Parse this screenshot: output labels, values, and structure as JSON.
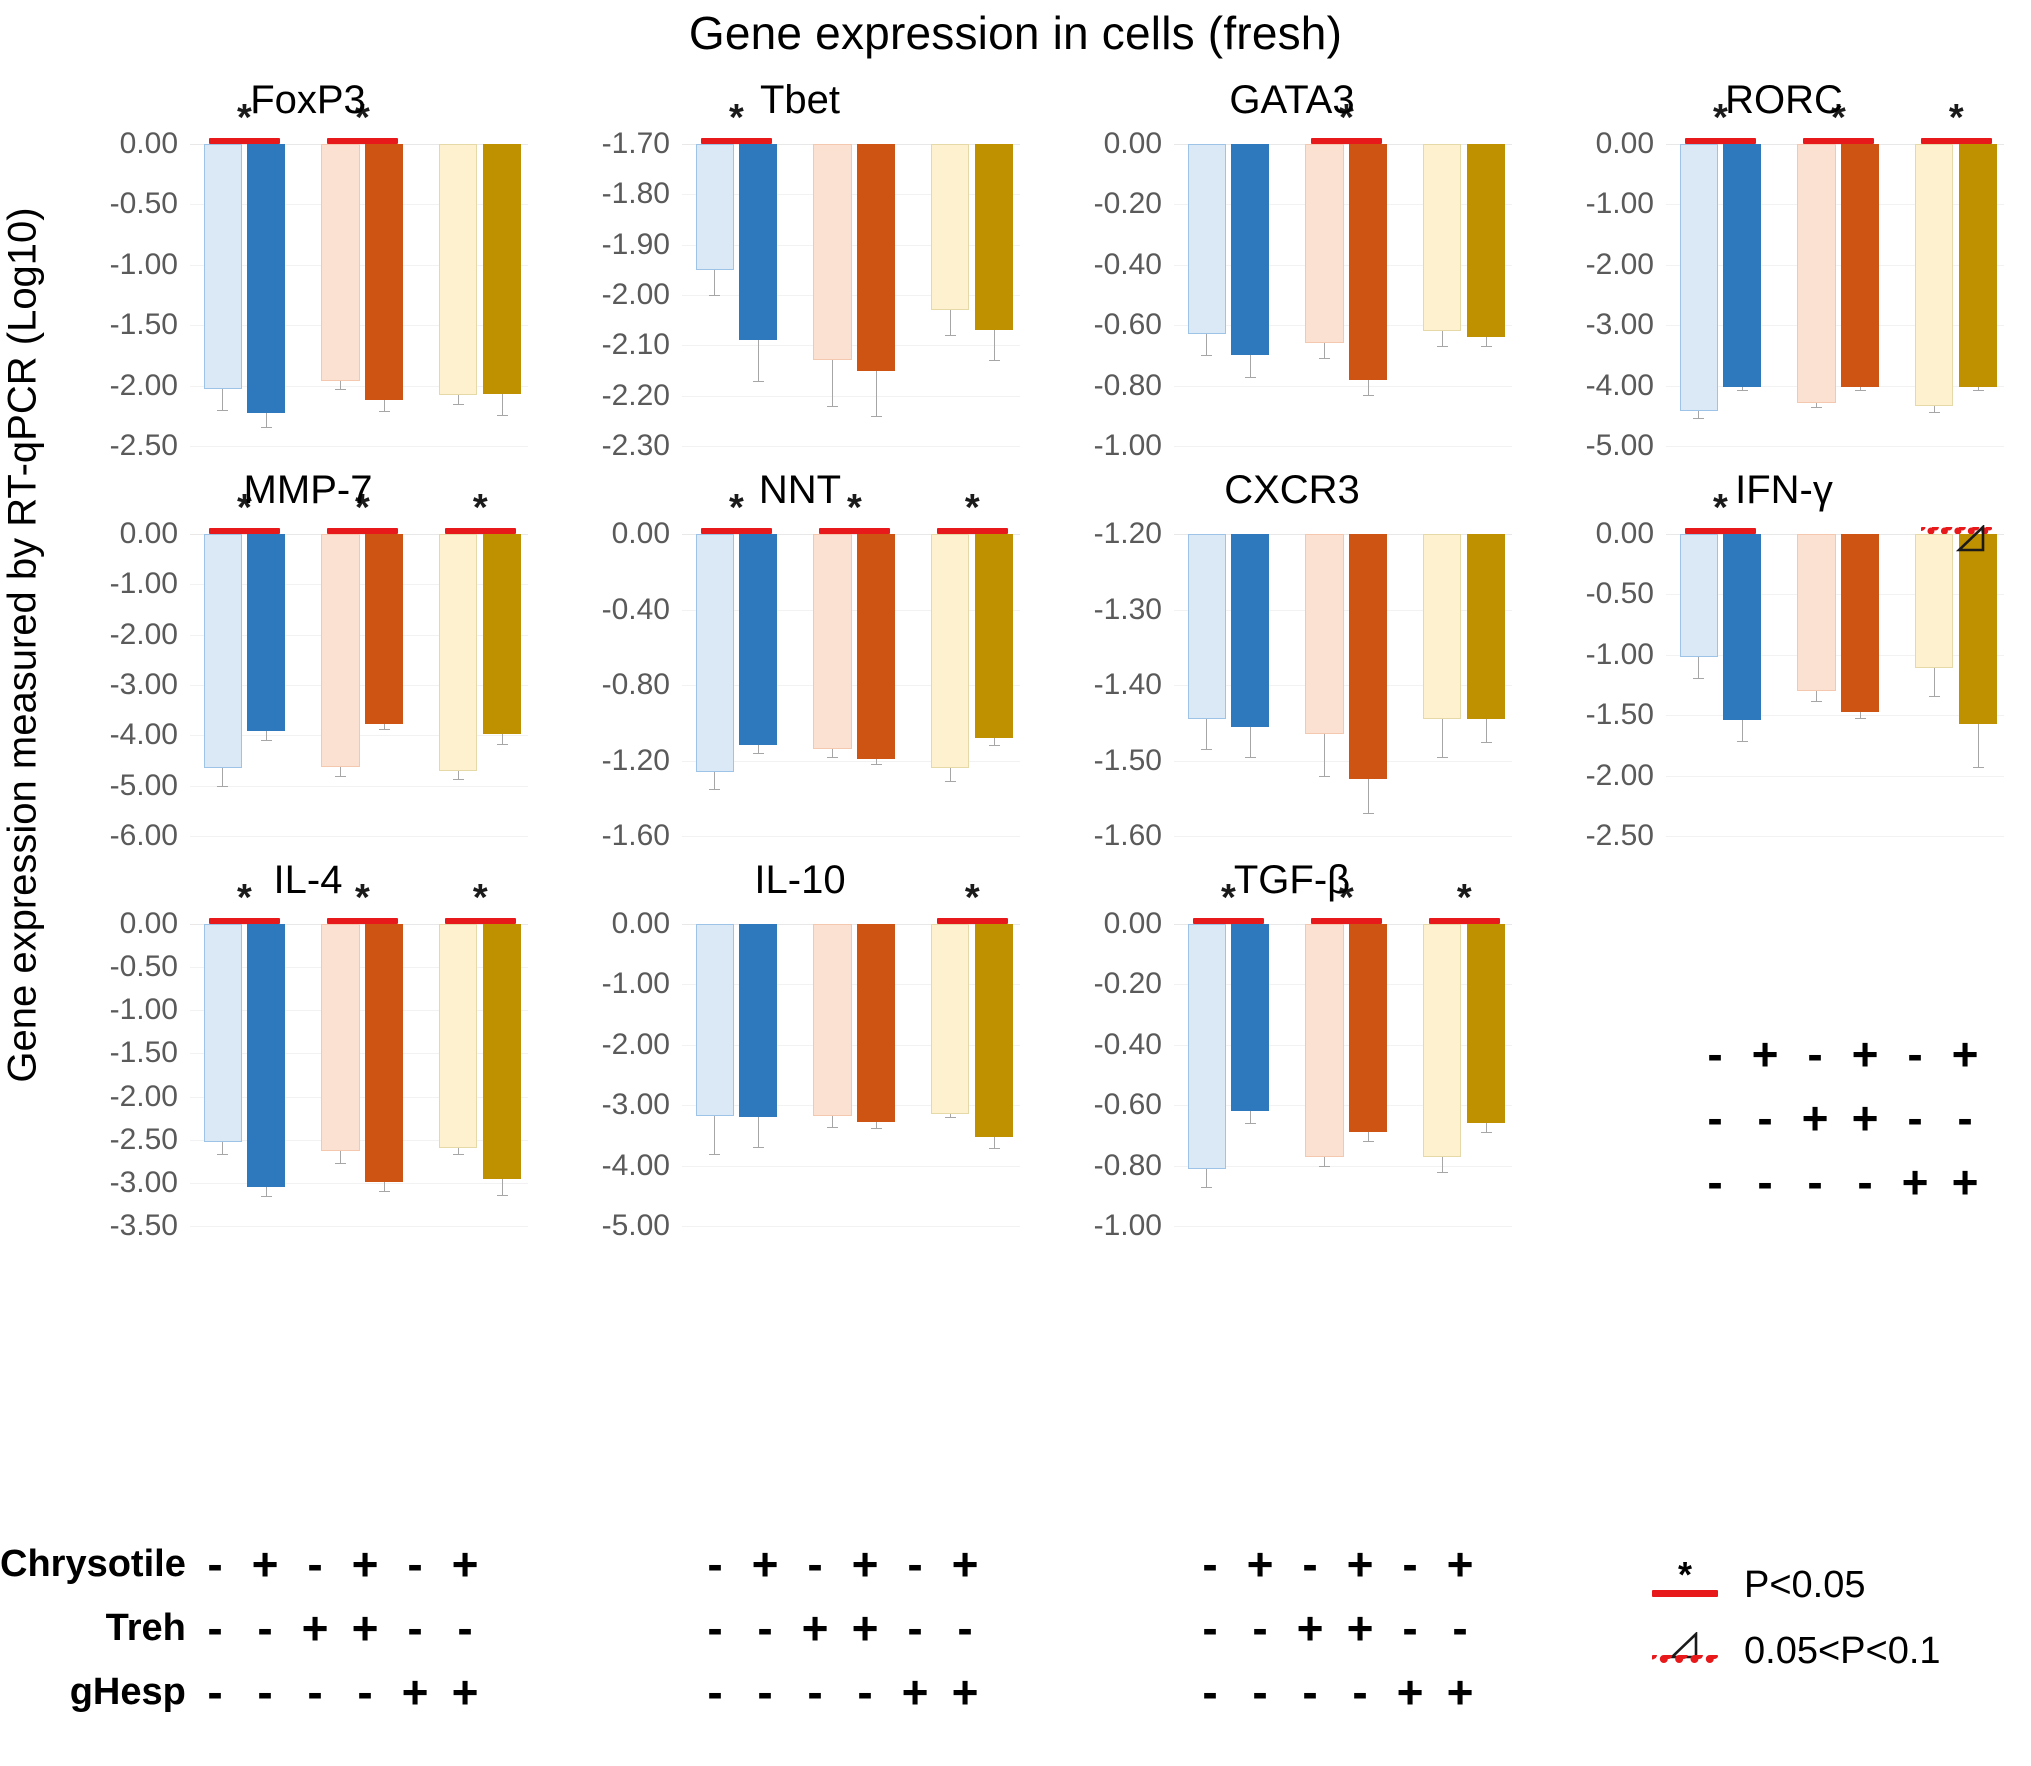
{
  "figure": {
    "title": "Gene expression in cells (fresh)",
    "ylabel": "Gene expression measured by RT-qPCR (Log10)",
    "colors": {
      "light_blue": "#dbe9f6",
      "blue": "#2e78bd",
      "light_blue_border": "#9dc3e6",
      "light_orange": "#fbe1d2",
      "orange": "#ce5413",
      "light_orange_border": "#f3c8ae",
      "light_yellow": "#fdf1cf",
      "gold": "#bf9000",
      "light_yellow_border": "#e6d9a8",
      "significance_red": "#e8191b",
      "gridline": "#f2f2f2",
      "error_bar": "#a6a6a6"
    }
  },
  "conditions": {
    "names": [
      "Chrysotile",
      "Treh",
      "gHesp"
    ],
    "matrix": [
      [
        "-",
        "+",
        "-",
        "+",
        "-",
        "+"
      ],
      [
        "-",
        "-",
        "+",
        "+",
        "-",
        "-"
      ],
      [
        "-",
        "-",
        "-",
        "-",
        "+",
        "+"
      ]
    ]
  },
  "legend": {
    "items": [
      {
        "key": "star-red-line",
        "label": "P<0.05"
      },
      {
        "key": "triangle-red-dotted-line",
        "label": "0.05<P<0.1"
      }
    ],
    "star_glyph": "*"
  },
  "chart_data": [
    {
      "type": "bar",
      "title": "FoxP3",
      "ylabel": "",
      "ylim": [
        -2.5,
        0.0
      ],
      "yticks": [
        0.0,
        -0.5,
        -1.0,
        -1.5,
        -2.0,
        -2.5
      ],
      "ytick_labels": [
        "0.00",
        "-0.50",
        "-1.00",
        "-1.50",
        "-2.00",
        "-2.50"
      ],
      "grid": true,
      "categories": [
        "-/-/-",
        "+/-/-",
        "-/+/-",
        "+/+/-",
        "-/-/+",
        "+/-/+"
      ],
      "values": [
        -2.03,
        -2.23,
        -1.96,
        -2.12,
        -2.08,
        -2.07
      ],
      "errors": [
        0.17,
        0.11,
        0.07,
        0.09,
        0.07,
        0.17
      ],
      "bar_colors": [
        "light_blue",
        "blue",
        "light_orange",
        "orange",
        "light_yellow",
        "gold"
      ],
      "significance": [
        {
          "pair": [
            0,
            1
          ],
          "type": "star"
        },
        {
          "pair": [
            2,
            3
          ],
          "type": "star"
        }
      ]
    },
    {
      "type": "bar",
      "title": "Tbet",
      "ylabel": "",
      "ylim": [
        -2.3,
        -1.7
      ],
      "yticks": [
        -1.7,
        -1.8,
        -1.9,
        -2.0,
        -2.1,
        -2.2,
        -2.3
      ],
      "ytick_labels": [
        "-1.70",
        "-1.80",
        "-1.90",
        "-2.00",
        "-2.10",
        "-2.20",
        "-2.30"
      ],
      "grid": true,
      "categories": [
        "-/-/-",
        "+/-/-",
        "-/+/-",
        "+/+/-",
        "-/-/+",
        "+/-/+"
      ],
      "values": [
        -1.95,
        -2.09,
        -2.13,
        -2.15,
        -2.03,
        -2.07
      ],
      "errors": [
        0.05,
        0.08,
        0.09,
        0.09,
        0.05,
        0.06
      ],
      "bar_colors": [
        "light_blue",
        "blue",
        "light_orange",
        "orange",
        "light_yellow",
        "gold"
      ],
      "significance": [
        {
          "pair": [
            0,
            1
          ],
          "type": "star"
        }
      ]
    },
    {
      "type": "bar",
      "title": "GATA3",
      "ylabel": "",
      "ylim": [
        -1.0,
        0.0
      ],
      "yticks": [
        0.0,
        -0.2,
        -0.4,
        -0.6,
        -0.8,
        -1.0
      ],
      "ytick_labels": [
        "0.00",
        "-0.20",
        "-0.40",
        "-0.60",
        "-0.80",
        "-1.00"
      ],
      "grid": true,
      "categories": [
        "-/-/-",
        "+/-/-",
        "-/+/-",
        "+/+/-",
        "-/-/+",
        "+/-/+"
      ],
      "values": [
        -0.63,
        -0.7,
        -0.66,
        -0.78,
        -0.62,
        -0.64
      ],
      "errors": [
        0.07,
        0.07,
        0.05,
        0.05,
        0.05,
        0.03
      ],
      "bar_colors": [
        "light_blue",
        "blue",
        "light_orange",
        "orange",
        "light_yellow",
        "gold"
      ],
      "significance": [
        {
          "pair": [
            2,
            3
          ],
          "type": "star"
        }
      ]
    },
    {
      "type": "bar",
      "title": "RORC",
      "ylabel": "",
      "ylim": [
        -5.0,
        0.0
      ],
      "yticks": [
        0.0,
        -1.0,
        -2.0,
        -3.0,
        -4.0,
        -5.0
      ],
      "ytick_labels": [
        "0.00",
        "-1.00",
        "-2.00",
        "-3.00",
        "-4.00",
        "-5.00"
      ],
      "grid": true,
      "categories": [
        "-/-/-",
        "+/-/-",
        "-/+/-",
        "+/+/-",
        "-/-/+",
        "+/-/+"
      ],
      "values": [
        -4.42,
        -4.02,
        -4.28,
        -4.03,
        -4.33,
        -4.03
      ],
      "errors": [
        0.12,
        0.06,
        0.07,
        0.04,
        0.11,
        0.05
      ],
      "bar_colors": [
        "light_blue",
        "blue",
        "light_orange",
        "orange",
        "light_yellow",
        "gold"
      ],
      "significance": [
        {
          "pair": [
            0,
            1
          ],
          "type": "star"
        },
        {
          "pair": [
            2,
            3
          ],
          "type": "star"
        },
        {
          "pair": [
            4,
            5
          ],
          "type": "star"
        }
      ]
    },
    {
      "type": "bar",
      "title": "MMP-7",
      "ylabel": "",
      "ylim": [
        -6.0,
        0.0
      ],
      "yticks": [
        0.0,
        -1.0,
        -2.0,
        -3.0,
        -4.0,
        -5.0,
        -6.0
      ],
      "ytick_labels": [
        "0.00",
        "-1.00",
        "-2.00",
        "-3.00",
        "-4.00",
        "-5.00",
        "-6.00"
      ],
      "grid": true,
      "categories": [
        "-/-/-",
        "+/-/-",
        "-/+/-",
        "+/+/-",
        "-/-/+",
        "+/-/+"
      ],
      "values": [
        -4.65,
        -3.92,
        -4.62,
        -3.78,
        -4.7,
        -3.97
      ],
      "errors": [
        0.35,
        0.17,
        0.18,
        0.1,
        0.16,
        0.2
      ],
      "bar_colors": [
        "light_blue",
        "blue",
        "light_orange",
        "orange",
        "light_yellow",
        "gold"
      ],
      "significance": [
        {
          "pair": [
            0,
            1
          ],
          "type": "star"
        },
        {
          "pair": [
            2,
            3
          ],
          "type": "star"
        },
        {
          "pair": [
            4,
            5
          ],
          "type": "star"
        }
      ]
    },
    {
      "type": "bar",
      "title": "NNT",
      "ylabel": "",
      "ylim": [
        -1.6,
        0.0
      ],
      "yticks": [
        0.0,
        -0.4,
        -0.8,
        -1.2,
        -1.6
      ],
      "ytick_labels": [
        "0.00",
        "-0.40",
        "-0.80",
        "-1.20",
        "-1.60"
      ],
      "grid": true,
      "categories": [
        "-/-/-",
        "+/-/-",
        "-/+/-",
        "+/+/-",
        "-/-/+",
        "+/-/+"
      ],
      "values": [
        -1.26,
        -1.12,
        -1.14,
        -1.19,
        -1.24,
        -1.08
      ],
      "errors": [
        0.09,
        0.04,
        0.04,
        0.03,
        0.07,
        0.04
      ],
      "bar_colors": [
        "light_blue",
        "blue",
        "light_orange",
        "orange",
        "light_yellow",
        "gold"
      ],
      "significance": [
        {
          "pair": [
            0,
            1
          ],
          "type": "star"
        },
        {
          "pair": [
            2,
            3
          ],
          "type": "star"
        },
        {
          "pair": [
            4,
            5
          ],
          "type": "star"
        }
      ]
    },
    {
      "type": "bar",
      "title": "CXCR3",
      "ylabel": "",
      "ylim": [
        -1.6,
        -1.2
      ],
      "yticks": [
        -1.2,
        -1.3,
        -1.4,
        -1.5,
        -1.6
      ],
      "ytick_labels": [
        "-1.20",
        "-1.30",
        "-1.40",
        "-1.50",
        "-1.60"
      ],
      "grid": true,
      "categories": [
        "-/-/-",
        "+/-/-",
        "-/+/-",
        "+/+/-",
        "-/-/+",
        "+/-/+"
      ],
      "values": [
        -1.445,
        -1.455,
        -1.465,
        -1.525,
        -1.445,
        -1.445
      ],
      "errors": [
        0.04,
        0.04,
        0.055,
        0.045,
        0.05,
        0.03
      ],
      "bar_colors": [
        "light_blue",
        "blue",
        "light_orange",
        "orange",
        "light_yellow",
        "gold"
      ],
      "significance": []
    },
    {
      "type": "bar",
      "title": "IFN-γ",
      "ylabel": "",
      "ylim": [
        -2.5,
        0.0
      ],
      "yticks": [
        0.0,
        -0.5,
        -1.0,
        -1.5,
        -2.0,
        -2.5
      ],
      "ytick_labels": [
        "0.00",
        "-0.50",
        "-1.00",
        "-1.50",
        "-2.00",
        "-2.50"
      ],
      "grid": true,
      "categories": [
        "-/-/-",
        "+/-/-",
        "-/+/-",
        "+/+/-",
        "-/-/+",
        "+/-/+"
      ],
      "values": [
        -1.02,
        -1.54,
        -1.3,
        -1.47,
        -1.11,
        -1.57
      ],
      "errors": [
        0.17,
        0.17,
        0.08,
        0.05,
        0.23,
        0.36
      ],
      "bar_colors": [
        "light_blue",
        "blue",
        "light_orange",
        "orange",
        "light_yellow",
        "gold"
      ],
      "significance": [
        {
          "pair": [
            0,
            1
          ],
          "type": "star"
        },
        {
          "pair": [
            4,
            5
          ],
          "type": "triangle"
        }
      ]
    },
    {
      "type": "bar",
      "title": "IL-4",
      "ylabel": "",
      "ylim": [
        -3.5,
        0.0
      ],
      "yticks": [
        0.0,
        -0.5,
        -1.0,
        -1.5,
        -2.0,
        -2.5,
        -3.0,
        -3.5
      ],
      "ytick_labels": [
        "0.00",
        "-0.50",
        "-1.00",
        "-1.50",
        "-2.00",
        "-2.50",
        "-3.00",
        "-3.50"
      ],
      "grid": true,
      "categories": [
        "-/-/-",
        "+/-/-",
        "-/+/-",
        "+/+/-",
        "-/-/+",
        "+/-/+"
      ],
      "values": [
        -2.53,
        -3.05,
        -2.63,
        -2.99,
        -2.6,
        -2.96
      ],
      "errors": [
        0.14,
        0.1,
        0.14,
        0.11,
        0.06,
        0.18
      ],
      "bar_colors": [
        "light_blue",
        "blue",
        "light_orange",
        "orange",
        "light_yellow",
        "gold"
      ],
      "significance": [
        {
          "pair": [
            0,
            1
          ],
          "type": "star"
        },
        {
          "pair": [
            2,
            3
          ],
          "type": "star"
        },
        {
          "pair": [
            4,
            5
          ],
          "type": "star"
        }
      ]
    },
    {
      "type": "bar",
      "title": "IL-10",
      "ylabel": "",
      "ylim": [
        -5.0,
        0.0
      ],
      "yticks": [
        0.0,
        -1.0,
        -2.0,
        -3.0,
        -4.0,
        -5.0
      ],
      "ytick_labels": [
        "0.00",
        "-1.00",
        "-2.00",
        "-3.00",
        "-4.00",
        "-5.00"
      ],
      "grid": true,
      "categories": [
        "-/-/-",
        "+/-/-",
        "-/+/-",
        "+/+/-",
        "-/-/+",
        "+/-/+"
      ],
      "values": [
        -3.18,
        -3.2,
        -3.18,
        -3.27,
        -3.14,
        -3.52
      ],
      "errors": [
        0.62,
        0.5,
        0.18,
        0.11,
        0.06,
        0.19
      ],
      "bar_colors": [
        "light_blue",
        "blue",
        "light_orange",
        "orange",
        "light_yellow",
        "gold"
      ],
      "significance": [
        {
          "pair": [
            4,
            5
          ],
          "type": "star"
        }
      ]
    },
    {
      "type": "bar",
      "title": "TGF-β",
      "ylabel": "",
      "ylim": [
        -1.0,
        0.0
      ],
      "yticks": [
        0.0,
        -0.2,
        -0.4,
        -0.6,
        -0.8,
        -1.0
      ],
      "ytick_labels": [
        "0.00",
        "-0.20",
        "-0.40",
        "-0.60",
        "-0.80",
        "-1.00"
      ],
      "grid": true,
      "categories": [
        "-/-/-",
        "+/-/-",
        "-/+/-",
        "+/+/-",
        "-/-/+",
        "+/-/+"
      ],
      "values": [
        -0.81,
        -0.62,
        -0.77,
        -0.69,
        -0.77,
        -0.66
      ],
      "errors": [
        0.06,
        0.04,
        0.03,
        0.03,
        0.05,
        0.03
      ],
      "bar_colors": [
        "light_blue",
        "blue",
        "light_orange",
        "orange",
        "light_yellow",
        "gold"
      ],
      "significance": [
        {
          "pair": [
            0,
            1
          ],
          "type": "star"
        },
        {
          "pair": [
            2,
            3
          ],
          "type": "star"
        },
        {
          "pair": [
            4,
            5
          ],
          "type": "star"
        }
      ]
    }
  ]
}
